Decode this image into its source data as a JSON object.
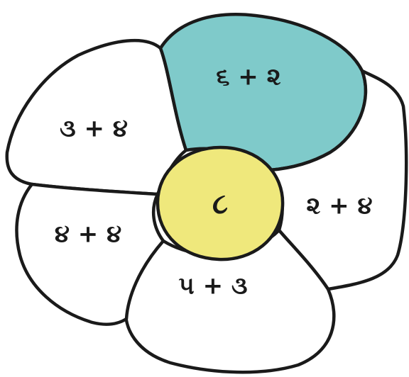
{
  "flower": {
    "center": {
      "label": "૮",
      "color": "#efe87c"
    },
    "petals": [
      {
        "id": "top-left",
        "label": "૩ + ૪",
        "color": "#ffffff"
      },
      {
        "id": "top",
        "label": "૬ + ૨",
        "color": "#7fcaca"
      },
      {
        "id": "right",
        "label": "૨ + ૪",
        "color": "#ffffff"
      },
      {
        "id": "bottom",
        "label": "૫ + ૩",
        "color": "#ffffff"
      },
      {
        "id": "bottom-left",
        "label": "૪ + ૪",
        "color": "#ffffff"
      }
    ]
  }
}
